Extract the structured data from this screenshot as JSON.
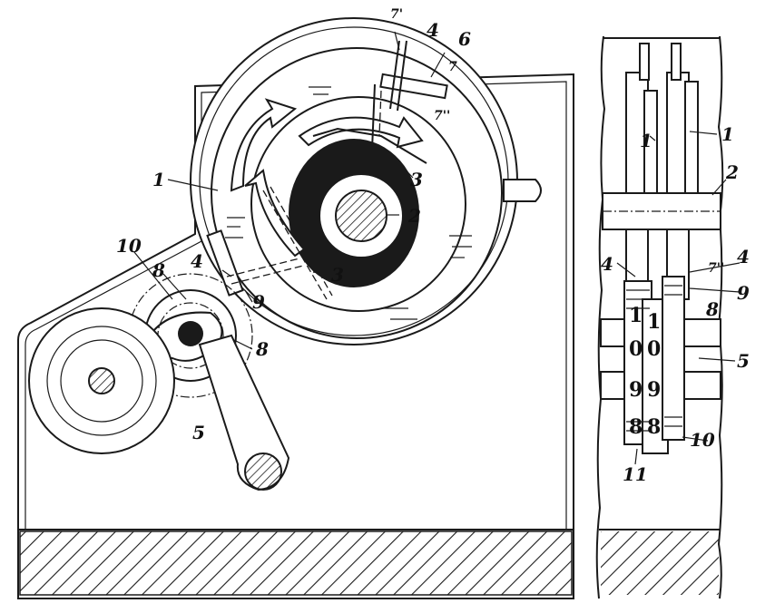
{
  "colors": {
    "ink": "#1a1a1a",
    "paper": "#ffffff"
  },
  "main_view": {
    "labels": {
      "frame": "1",
      "shaft": "2",
      "cam_upper": "3",
      "cam_lower": "3",
      "pawl_upper": "4",
      "pawl_lower": "4",
      "lever": "5",
      "spring": "6",
      "pin_upper": "7'",
      "pin_mid": "7''",
      "pin_small": "7",
      "link_a": "8",
      "link_b": "8",
      "arm": "9",
      "wheel": "10"
    }
  },
  "side_view": {
    "labels": {
      "frame_a": "1",
      "frame_b": "1",
      "shaft": "2",
      "pawl_left": "4",
      "pawl_right": "4",
      "pin": "7''",
      "link": "8",
      "arm": "9",
      "lever": "5",
      "wheel": "10",
      "counter": "11"
    },
    "counter_digits_left": [
      "1",
      "0",
      "9",
      "8"
    ],
    "counter_digits_right": [
      "1",
      "0",
      "9",
      "8"
    ]
  }
}
